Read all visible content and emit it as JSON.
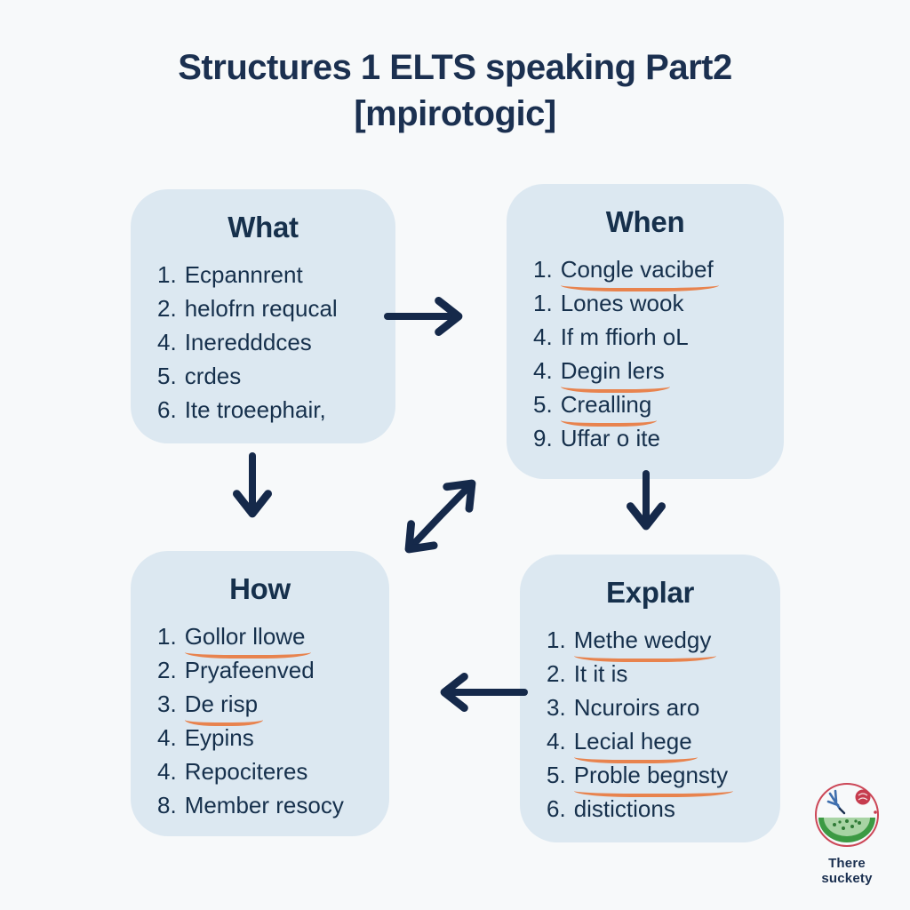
{
  "title": {
    "line1": "Structures 1 ELTS speaking Part2",
    "line2": "[mpirotogic]"
  },
  "boxes": [
    {
      "id": "what",
      "title": "What",
      "items": [
        {
          "num": "1.",
          "text": "Ecpannrent",
          "underline": false
        },
        {
          "num": "2.",
          "text": "helofrn requcal",
          "underline": false
        },
        {
          "num": "4.",
          "text": "Ineredddces",
          "underline": false
        },
        {
          "num": "5.",
          "text": "crdes",
          "underline": false
        },
        {
          "num": "6.",
          "text": "Ite troeephair,",
          "underline": false
        }
      ]
    },
    {
      "id": "when",
      "title": "When",
      "items": [
        {
          "num": "1.",
          "text": "Congle vacibef",
          "underline": true
        },
        {
          "num": "1.",
          "text": "Lones wook",
          "underline": false
        },
        {
          "num": "4.",
          "text": "If m ffiorh oL",
          "underline": false
        },
        {
          "num": "4.",
          "text": "Degin lers",
          "underline": true
        },
        {
          "num": "5.",
          "text": "Crealling",
          "underline": true
        },
        {
          "num": "9.",
          "text": "Uffar o ite",
          "underline": false
        }
      ]
    },
    {
      "id": "how",
      "title": "How",
      "items": [
        {
          "num": "1.",
          "text": "Gollor llowe",
          "underline": true
        },
        {
          "num": "2.",
          "text": "Pryafeenved",
          "underline": false
        },
        {
          "num": "3.",
          "text": "De risp",
          "underline": true
        },
        {
          "num": "4.",
          "text": "Eypins",
          "underline": false
        },
        {
          "num": "4.",
          "text": "Repociteres",
          "underline": false
        },
        {
          "num": "8.",
          "text": "Member resocy",
          "underline": false
        }
      ]
    },
    {
      "id": "explar",
      "title": "Explar",
      "items": [
        {
          "num": "1.",
          "text": "Methe wedgy",
          "underline": true
        },
        {
          "num": "2.",
          "text": "It it is",
          "underline": false
        },
        {
          "num": "3.",
          "text": "Ncuroirs aro",
          "underline": false
        },
        {
          "num": "4.",
          "text": "Lecial hege",
          "underline": true
        },
        {
          "num": "5.",
          "text": "Proble begnsty",
          "underline": true
        },
        {
          "num": "6.",
          "text": "distictions",
          "underline": false
        }
      ]
    }
  ],
  "arrows": [
    "what-to-when",
    "what-to-how",
    "when-to-explar",
    "how-when-double-diagonal",
    "explar-to-how"
  ],
  "logo": {
    "icon": "watermelon-bird-stamp-logo",
    "caption": "There suckety"
  },
  "colors": {
    "background": "#f7f9fa",
    "card_fill": "#dce8f1",
    "text_navy": "#16304c",
    "underline_orange": "#e8834e",
    "arrow_navy": "#15294a",
    "logo_red": "#c63c4e",
    "logo_green": "#3c9a43",
    "logo_blue": "#3f6fae"
  }
}
